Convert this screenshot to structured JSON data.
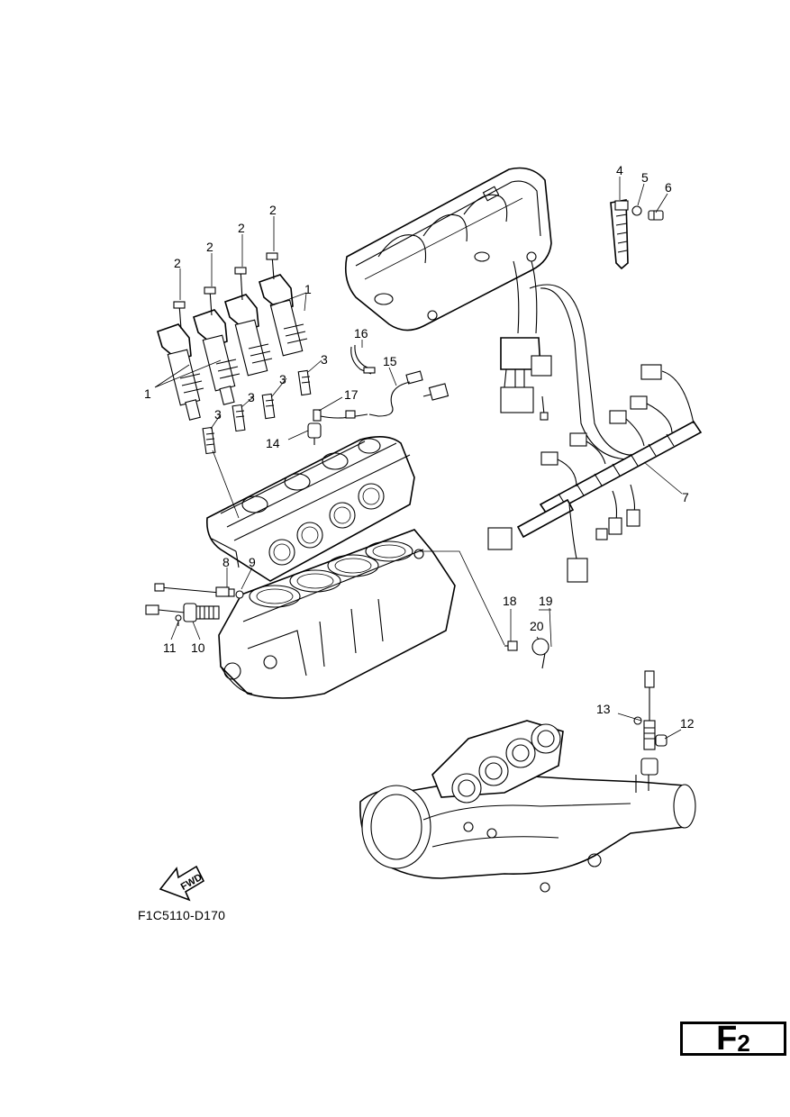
{
  "diagram": {
    "code": "F1C5110-D170",
    "fwd_label": "FWD",
    "page": {
      "letter": "F",
      "number": "2"
    },
    "callouts": [
      {
        "id": "c1a",
        "text": "1"
      },
      {
        "id": "c1b",
        "text": "1"
      },
      {
        "id": "c2a",
        "text": "2"
      },
      {
        "id": "c2b",
        "text": "2"
      },
      {
        "id": "c2c",
        "text": "2"
      },
      {
        "id": "c2d",
        "text": "2"
      },
      {
        "id": "c3a",
        "text": "3"
      },
      {
        "id": "c3b",
        "text": "3"
      },
      {
        "id": "c3c",
        "text": "3"
      },
      {
        "id": "c3d",
        "text": "3"
      },
      {
        "id": "c4",
        "text": "4"
      },
      {
        "id": "c5",
        "text": "5"
      },
      {
        "id": "c6",
        "text": "6"
      },
      {
        "id": "c7",
        "text": "7"
      },
      {
        "id": "c8",
        "text": "8"
      },
      {
        "id": "c9",
        "text": "9"
      },
      {
        "id": "c10",
        "text": "10"
      },
      {
        "id": "c11",
        "text": "11"
      },
      {
        "id": "c12",
        "text": "12"
      },
      {
        "id": "c13",
        "text": "13"
      },
      {
        "id": "c14",
        "text": "14"
      },
      {
        "id": "c15",
        "text": "15"
      },
      {
        "id": "c16",
        "text": "16"
      },
      {
        "id": "c17",
        "text": "17"
      },
      {
        "id": "c18",
        "text": "18"
      },
      {
        "id": "c19",
        "text": "19"
      },
      {
        "id": "c20",
        "text": "20"
      }
    ]
  }
}
